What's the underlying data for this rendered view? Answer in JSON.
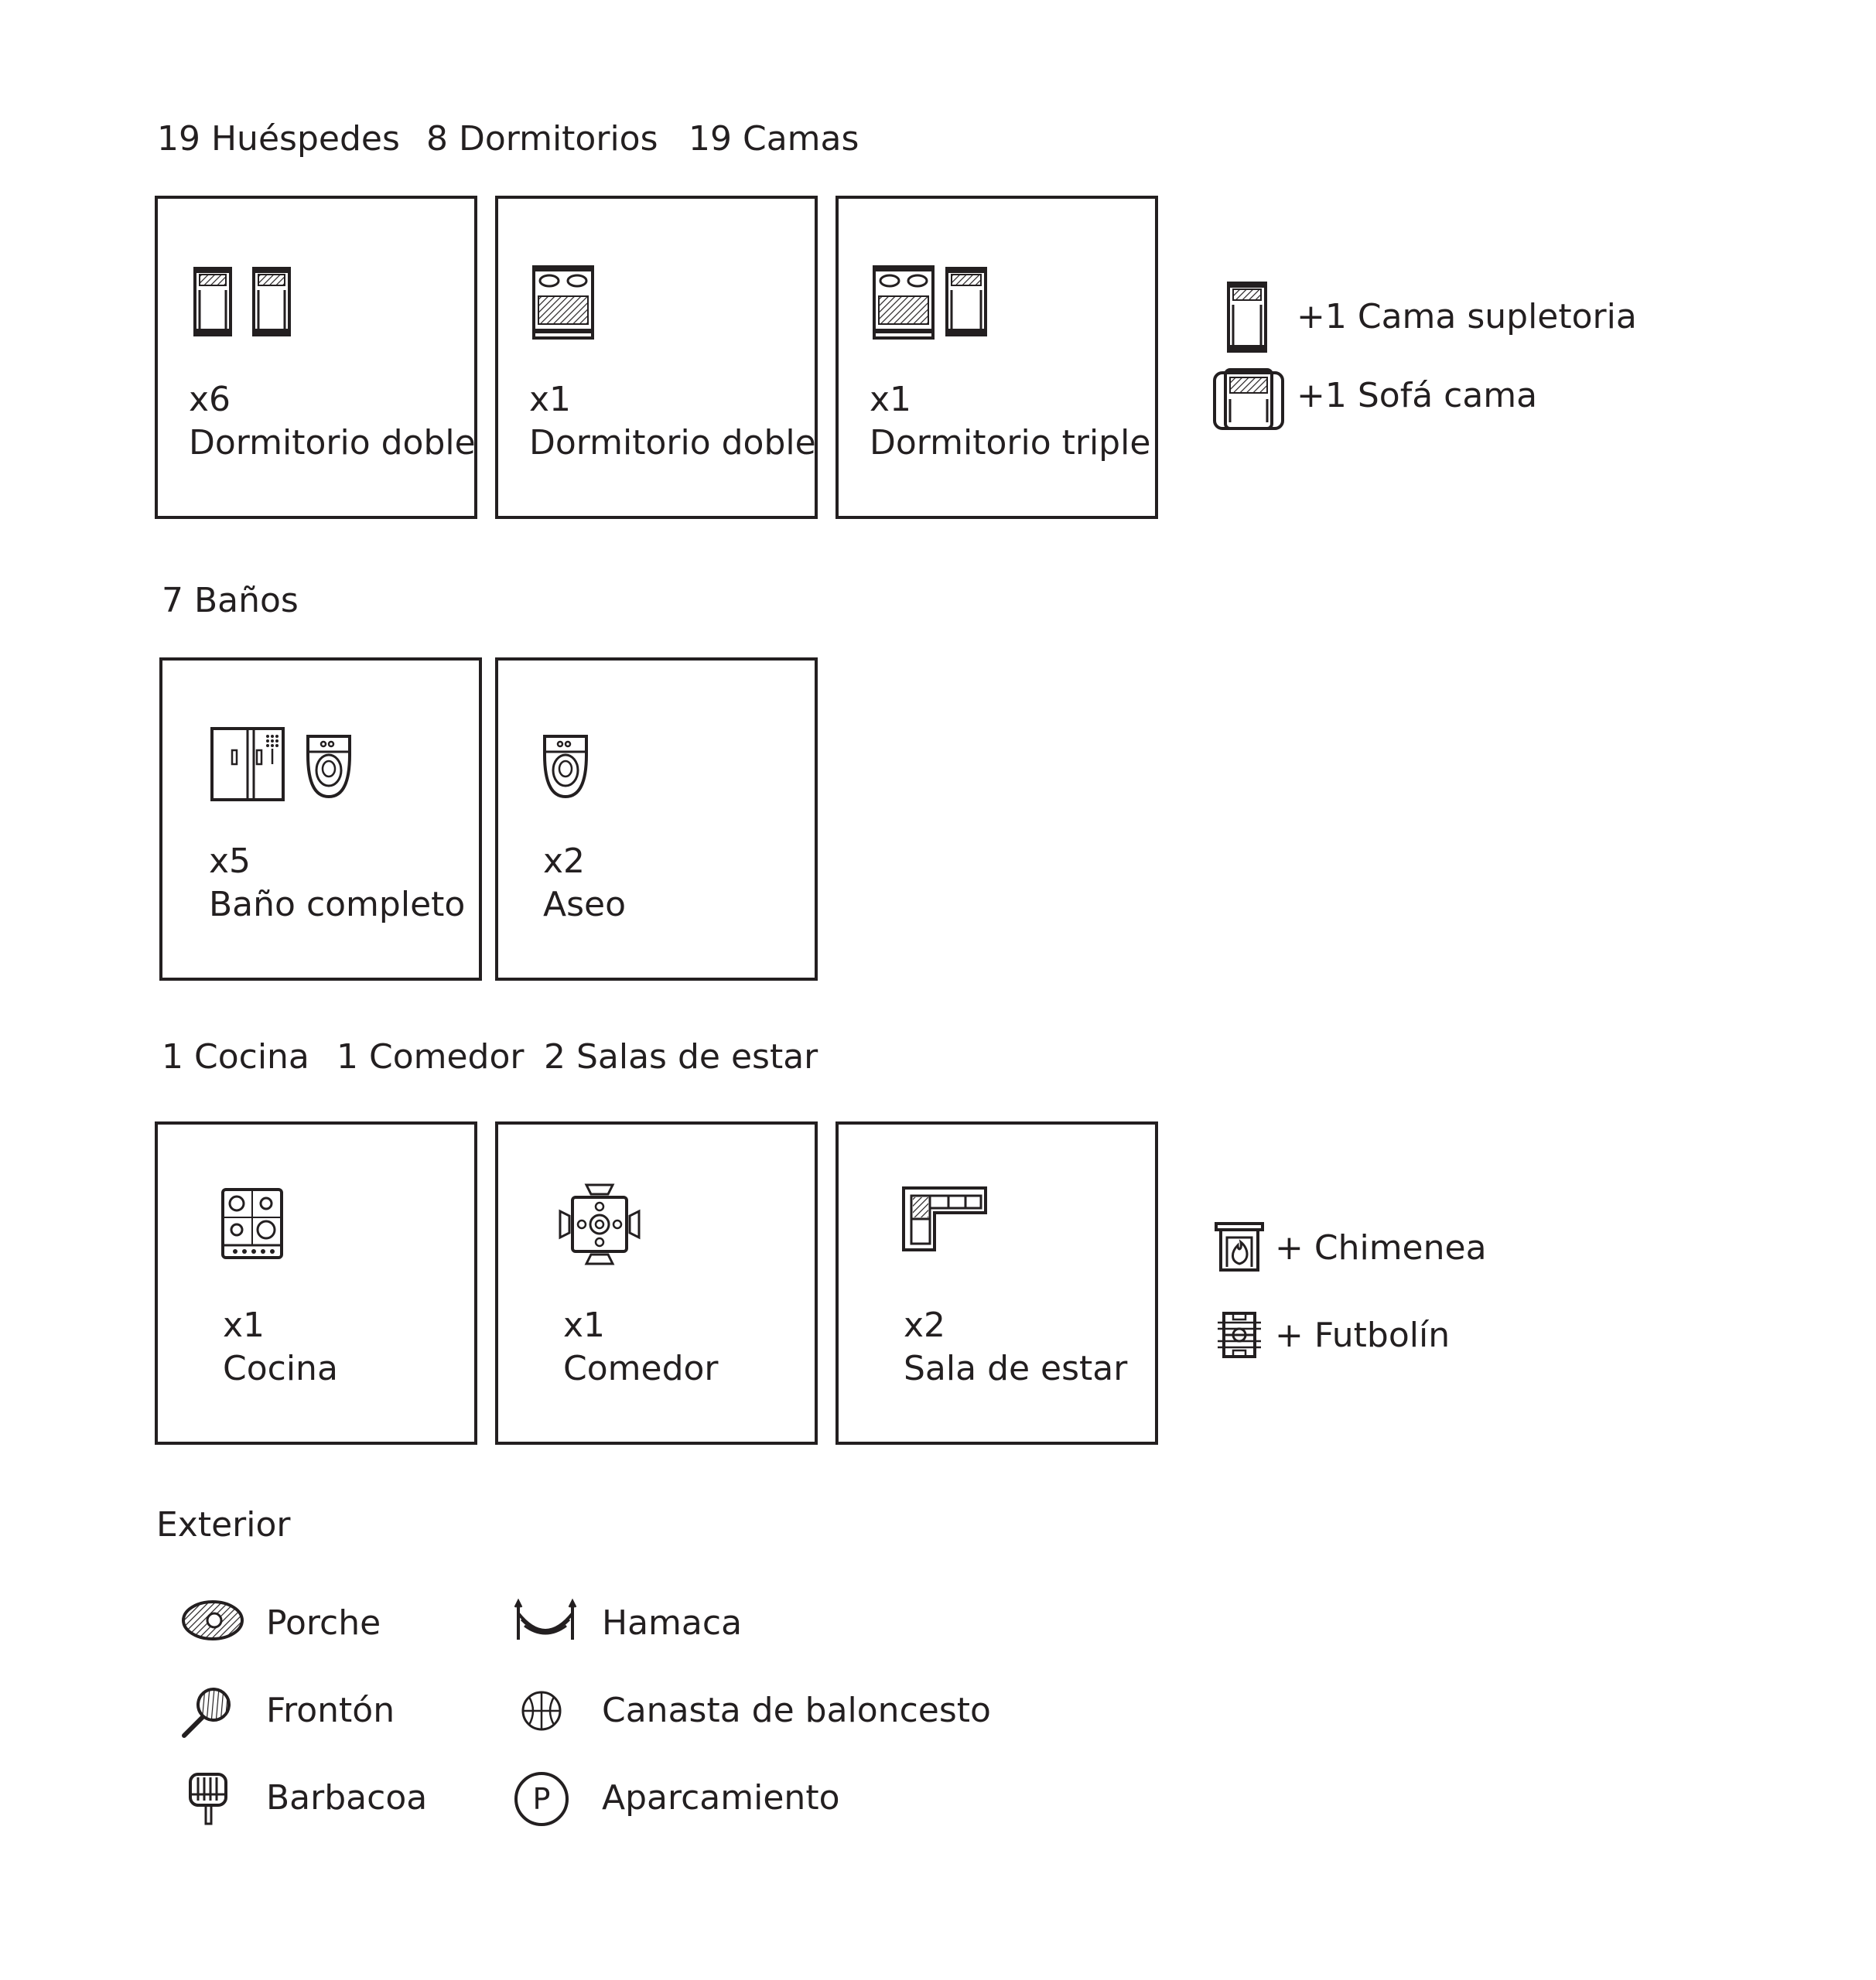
{
  "summary": {
    "guests": "19 Huéspedes",
    "bedrooms": "8 Dormitorios",
    "beds": "19 Camas"
  },
  "bedroom_cards": [
    {
      "count": "x6",
      "label": "Dormitorio doble",
      "icons": [
        "single-bed-icon",
        "single-bed-icon"
      ]
    },
    {
      "count": "x1",
      "label": "Dormitorio doble",
      "icons": [
        "double-bed-icon"
      ]
    },
    {
      "count": "x1",
      "label": "Dormitorio triple",
      "icons": [
        "double-bed-icon",
        "single-bed-icon"
      ]
    }
  ],
  "bedroom_extras": [
    {
      "label": "+1 Cama supletoria",
      "icon": "extra-bed-icon"
    },
    {
      "label": "+1 Sofá cama",
      "icon": "sofa-bed-icon"
    }
  ],
  "bathrooms": {
    "title": "7 Baños",
    "cards": [
      {
        "count": "x5",
        "label": "Baño completo",
        "icons": [
          "shower-icon",
          "toilet-icon"
        ]
      },
      {
        "count": "x2",
        "label": "Aseo",
        "icons": [
          "toilet-icon"
        ]
      }
    ]
  },
  "living": {
    "kitchen": "1 Cocina",
    "dining": "1 Comedor",
    "living_rooms": "2 Salas de estar",
    "cards": [
      {
        "count": "x1",
        "label": "Cocina",
        "icons": [
          "stove-icon"
        ]
      },
      {
        "count": "x1",
        "label": "Comedor",
        "icons": [
          "dining-table-icon"
        ]
      },
      {
        "count": "x2",
        "label": "Sala de estar",
        "icons": [
          "sofa-icon"
        ]
      }
    ],
    "extras": [
      {
        "label": "+ Chimenea",
        "icon": "fireplace-icon"
      },
      {
        "label": "+ Futbolín",
        "icon": "foosball-icon"
      }
    ]
  },
  "exterior": {
    "title": "Exterior",
    "items": [
      {
        "label": "Porche",
        "icon": "porch-icon"
      },
      {
        "label": "Frontón",
        "icon": "racket-icon"
      },
      {
        "label": "Barbacoa",
        "icon": "grill-icon"
      },
      {
        "label": "Hamaca",
        "icon": "hammock-icon"
      },
      {
        "label": "Canasta de baloncesto",
        "icon": "basketball-icon"
      },
      {
        "label": "Aparcamiento",
        "icon": "parking-icon"
      }
    ]
  }
}
